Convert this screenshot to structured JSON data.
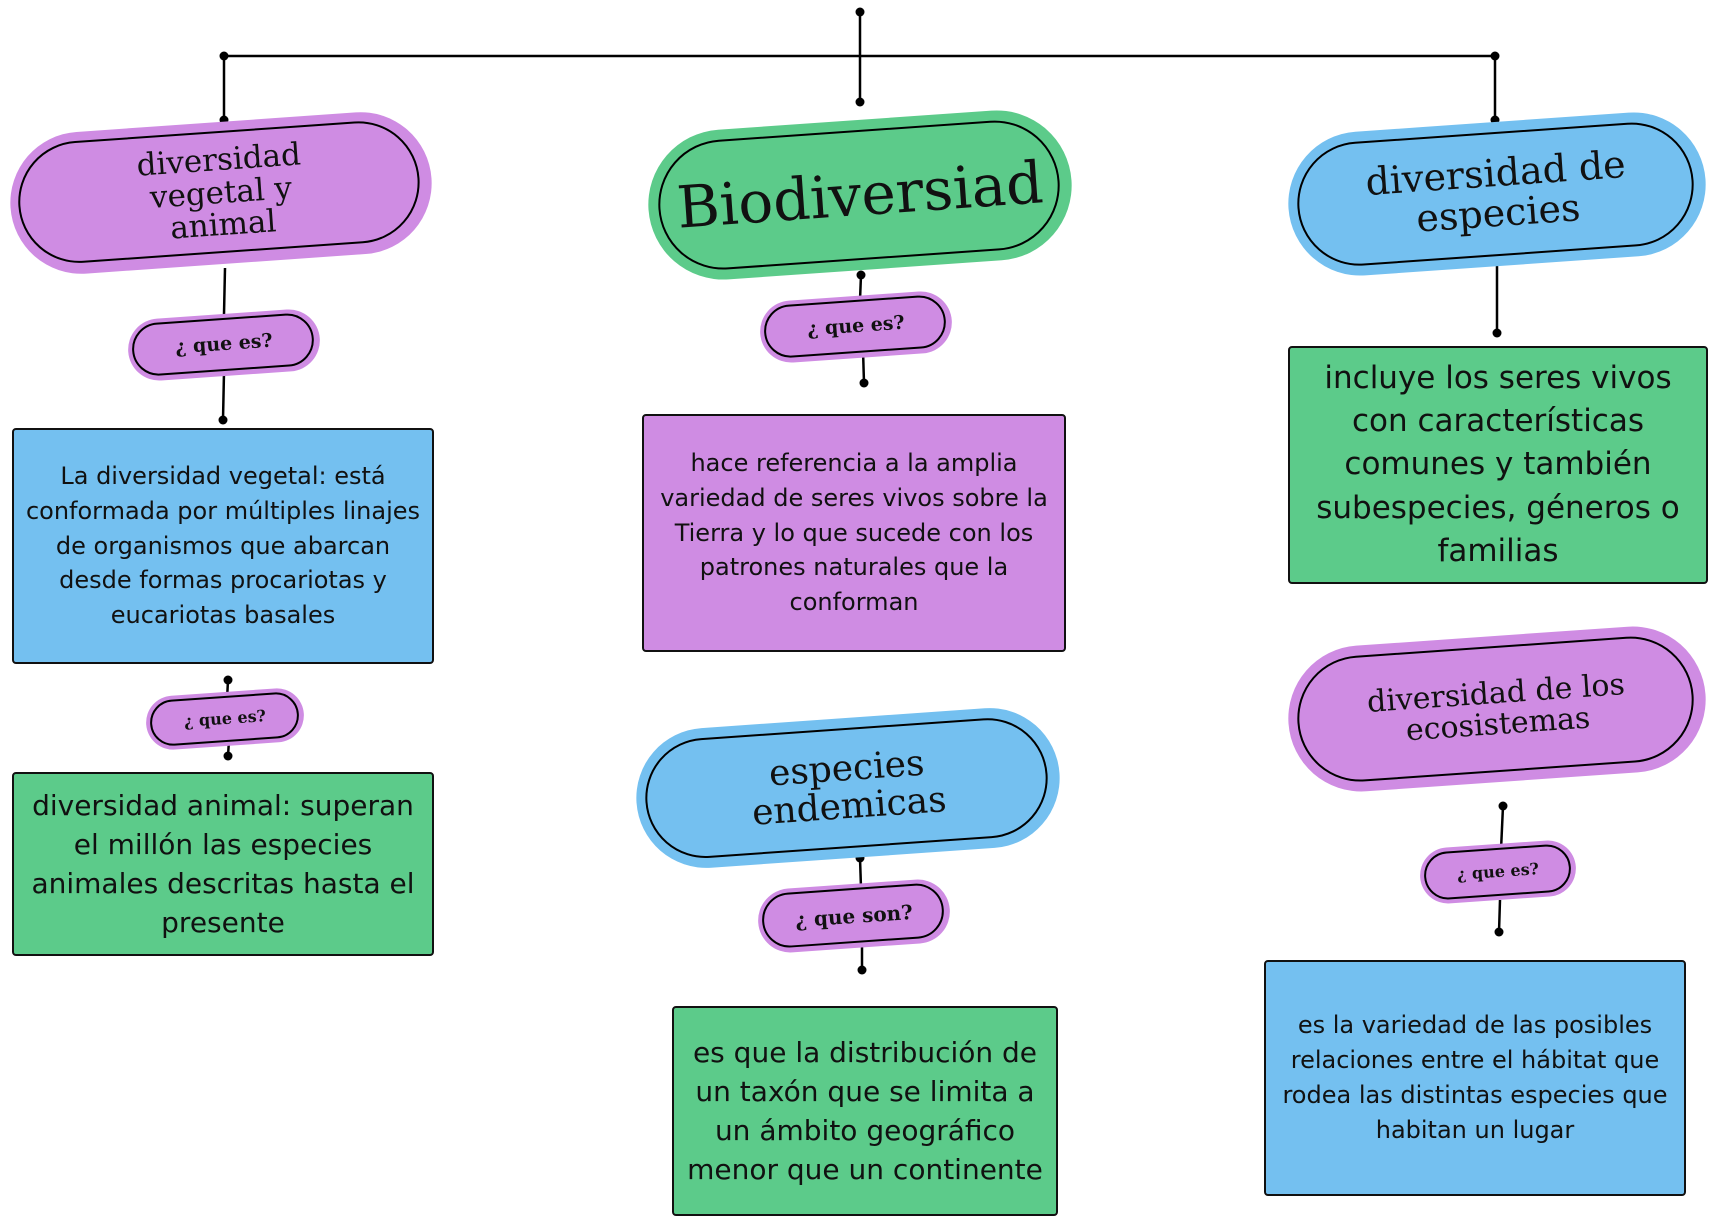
{
  "title_node": {
    "label": "Biodiversiad"
  },
  "branches": {
    "left": {
      "title": "diversidad vegetal y animal",
      "question_1": "¿ que es?",
      "definition_1": "La diversidad vegetal: está conformada por múltiples linajes de organismos que abarcan desde formas procariotas y eucariotas basales",
      "question_2": "¿ que es?",
      "definition_2": "diversidad animal: superan el millón las especies animales descritas hasta el presente"
    },
    "center": {
      "question_1": "¿ que es?",
      "definition_1": "hace referencia a la amplia variedad de seres vivos sobre la Tierra y lo que sucede con los patrones naturales que la conforman",
      "title_2": "especies endemicas",
      "question_2": "¿ que son?",
      "definition_2": "es que la distribución de un taxón que se limita a un ámbito geográfico menor que un continente"
    },
    "right": {
      "title": "diversidad de especies",
      "definition_1": "incluye los seres vivos con características comunes y también subespecies, géneros o familias",
      "title_2": "diversidad de los ecosistemas",
      "question_2": "¿ que es?",
      "definition_2": "es la variedad de las posibles relaciones entre  el hábitat que rodea las distintas especies que habitan un lugar"
    }
  },
  "colors": {
    "purple": "#cf8ce3",
    "green": "#5ccb8a",
    "blue": "#74c0f0",
    "line": "#000000"
  }
}
